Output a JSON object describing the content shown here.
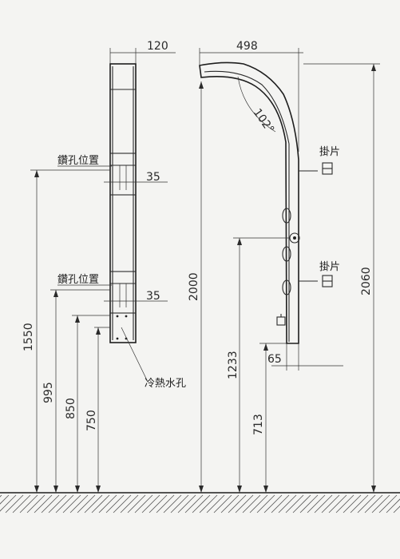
{
  "dims": {
    "panel_depth": "120",
    "panel_width": "498",
    "spacer_upper": "35",
    "spacer_lower": "35",
    "h_upper_drill": "1550",
    "h_lower_drill": "995",
    "h_850": "850",
    "h_water": "750",
    "h_panel": "2000",
    "h_total": "2060",
    "h_jet": "1233",
    "h_valve": "713",
    "depth_65": "65",
    "angle": "102°"
  },
  "labels": {
    "drill_upper": "鑽孔位置",
    "drill_lower": "鑽孔位置",
    "water_holes": "冷熱水孔",
    "bracket_upper": "掛片",
    "bracket_lower": "掛片"
  }
}
